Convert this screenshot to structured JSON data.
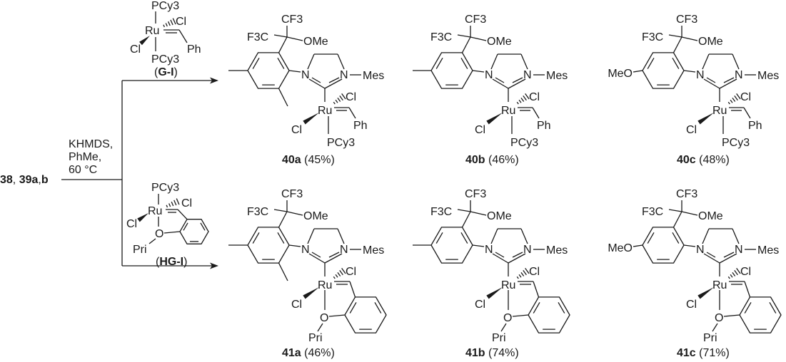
{
  "starting_materials": [
    {
      "t": "38",
      "bold": true
    },
    {
      "t": ", ",
      "bold": false
    },
    {
      "t": "39a",
      "bold": true
    },
    {
      "t": ",",
      "bold": false
    },
    {
      "t": "b",
      "bold": true
    }
  ],
  "conditions": [
    "KHMDS,",
    "PhMe,",
    "60 °C"
  ],
  "atoms": {
    "cf3": "CF3",
    "f3c": "F3C",
    "ome": "OMe",
    "meo": "MeO",
    "n": "N",
    "mes": "Mes",
    "ru": "Ru",
    "cl": "Cl",
    "ph": "Ph",
    "pcy3": "PCy3",
    "o": "O",
    "pri": "Pri"
  },
  "catalysts": [
    {
      "name": "G-I",
      "label_open": "(",
      "label": "G-I",
      "label_close": ")"
    },
    {
      "name": "HG-I",
      "label_open": "(",
      "label": "HG-I",
      "label_close": ")"
    }
  ],
  "products": [
    {
      "id": "40a",
      "yield": "(45%)",
      "aryl": "dimethyl",
      "catalyst": "G-I"
    },
    {
      "id": "40b",
      "yield": "(46%)",
      "aryl": "methyl",
      "catalyst": "G-I"
    },
    {
      "id": "40c",
      "yield": "(48%)",
      "aryl": "methoxy",
      "catalyst": "G-I"
    },
    {
      "id": "41a",
      "yield": "(46%)",
      "aryl": "dimethyl",
      "catalyst": "HG-I"
    },
    {
      "id": "41b",
      "yield": "(74%)",
      "aryl": "methyl",
      "catalyst": "HG-I"
    },
    {
      "id": "41c",
      "yield": "(71%)",
      "aryl": "methoxy",
      "catalyst": "HG-I"
    }
  ],
  "colors": {
    "ink": "#1a1a1a",
    "background": "#ffffff"
  }
}
